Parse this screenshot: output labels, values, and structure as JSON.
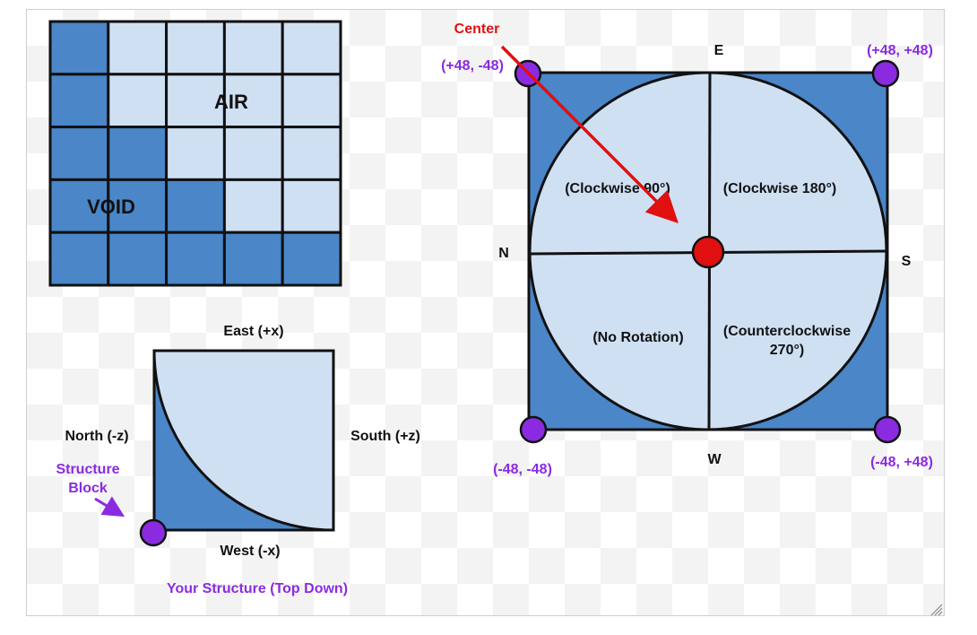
{
  "colors": {
    "dark_blue": "#4a86c8",
    "light_blue": "#cfe0f3",
    "purple": "#8a2be2",
    "red": "#e01010",
    "outline": "#111111"
  },
  "grid": {
    "air_label": "AIR",
    "void_label": "VOID",
    "rows": [
      [
        "dark",
        "light",
        "light",
        "light",
        "light"
      ],
      [
        "dark",
        "light",
        "light",
        "light",
        "light"
      ],
      [
        "dark",
        "dark",
        "light",
        "light",
        "light"
      ],
      [
        "dark",
        "dark",
        "dark",
        "light",
        "light"
      ],
      [
        "dark",
        "dark",
        "dark",
        "dark",
        "dark"
      ]
    ]
  },
  "structure": {
    "east_label": "East (+x)",
    "west_label": "West (-x)",
    "north_label": "North (-z)",
    "south_label": "South (+z)",
    "block_label_line1": "Structure",
    "block_label_line2": "Block",
    "caption": "Your Structure (Top Down)"
  },
  "rotation": {
    "center_label": "Center",
    "dir_e": "E",
    "dir_w": "W",
    "dir_n": "N",
    "dir_s": "S",
    "corner_top_left": "(+48, -48)",
    "corner_top_right": "(+48, +48)",
    "corner_bottom_left": "(-48, -48)",
    "corner_bottom_right": "(-48, +48)",
    "q_top_left": "(Clockwise 90°)",
    "q_top_right": "(Clockwise 180°)",
    "q_bottom_left": "(No Rotation)",
    "q_bottom_right_line1": "(Counterclockwise",
    "q_bottom_right_line2": "270°)"
  }
}
